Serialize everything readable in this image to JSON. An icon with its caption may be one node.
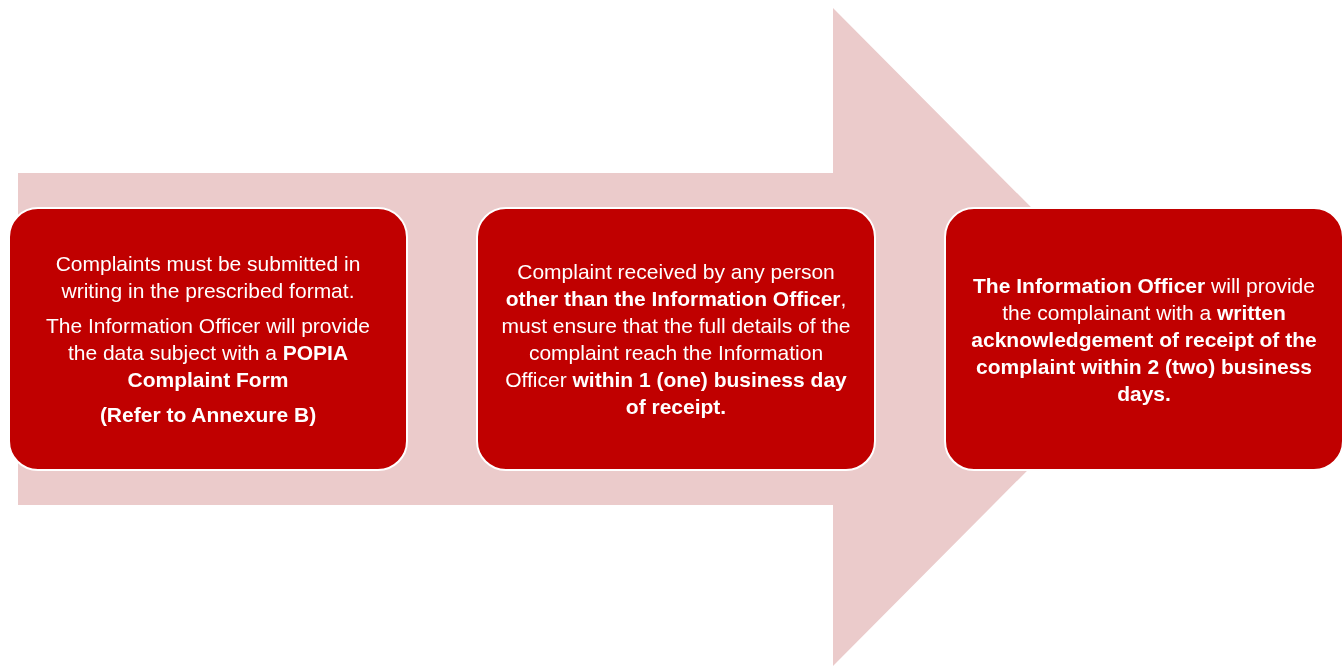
{
  "diagram": {
    "nodes": [
      {
        "text": [
          "Complaints must be submitted in writing in the prescribed format.",
          "The Information Officer will provide the data subject with a **POPIA Complaint Form**",
          "(Refer to Annexure B)"
        ]
      },
      {
        "text": [
          "Complaint received by any person **other than the Information Officer**, must ensure that the full details of the complaint reach the Information Officer **within 1 (one) business day of receipt.**"
        ]
      },
      {
        "text": [
          "**The Information Officer** will provide the complainant with a **written acknowledgement of receipt of the complaint within 2 (two) business days.**"
        ]
      }
    ],
    "edges": [
      {
        "from": 0,
        "to": 2,
        "arrow": "to"
      }
    ]
  }
}
